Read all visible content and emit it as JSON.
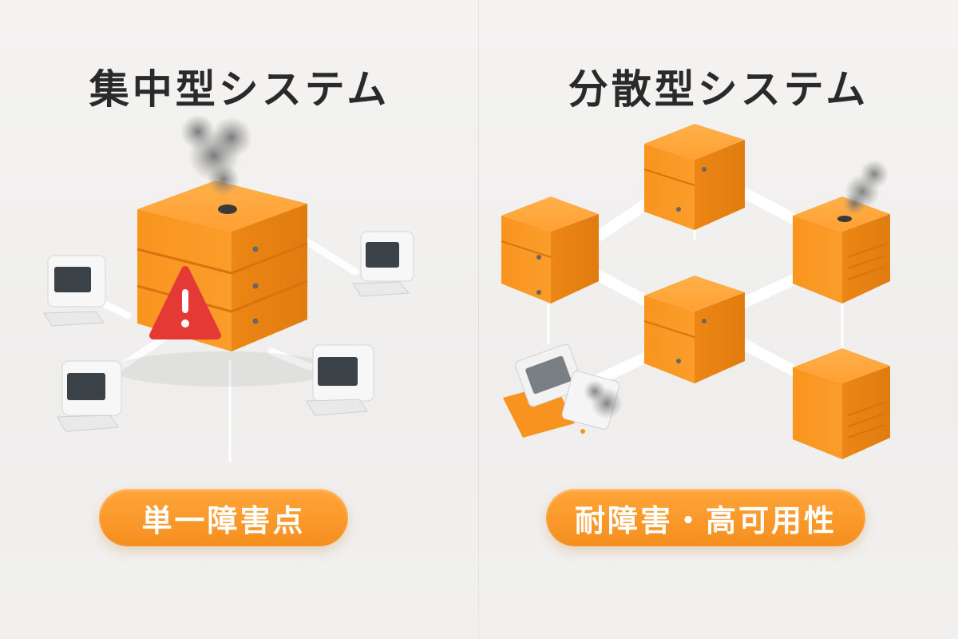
{
  "left_panel": {
    "title": "集中型システム",
    "badge": "単一障害点"
  },
  "right_panel": {
    "title": "分散型システム",
    "badge": "耐障害・高可用性"
  },
  "colors": {
    "accent_orange": "#f7931e",
    "warning_red": "#e53935",
    "background": "#f1f0ef",
    "title_text": "#2a2a2a"
  },
  "icons": {
    "central_server": "server-stack-icon",
    "warning": "warning-triangle-icon",
    "terminal": "computer-terminal-icon",
    "node": "server-node-icon",
    "smoke": "smoke-icon",
    "broken_terminal": "broken-terminal-icon"
  }
}
